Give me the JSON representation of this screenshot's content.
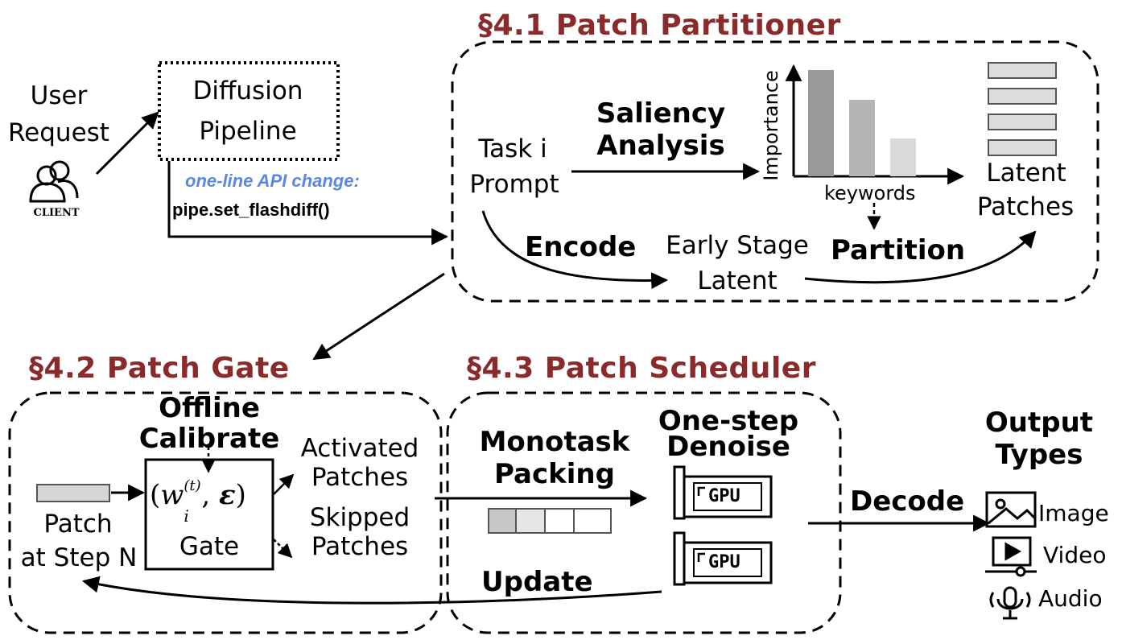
{
  "sections": {
    "partitioner": "§4.1 Patch Partitioner",
    "gate": "§4.2 Patch Gate",
    "scheduler": "§4.3 Patch Scheduler"
  },
  "client": {
    "user_request_line1": "User",
    "user_request_line2": "Request",
    "icon_label": "CLIENT"
  },
  "pipeline": {
    "line1": "Diffusion",
    "line2": "Pipeline",
    "api_note": "one-line API change:",
    "api_code": "pipe.set_flashdiff()"
  },
  "partitioner": {
    "task_line1": "Task i",
    "task_line2": "Prompt",
    "saliency_line1": "Saliency",
    "saliency_line2": "Analysis",
    "y_axis": "Importance",
    "x_axis": "keywords",
    "latent_line1": "Latent",
    "latent_line2": "Patches",
    "encode": "Encode",
    "early_line1": "Early Stage",
    "early_line2": "Latent",
    "partition": "Partition"
  },
  "gate": {
    "offline_line1": "Offline",
    "offline_line2": "Calibrate",
    "formula_w": "w",
    "formula_sub": "i",
    "formula_sup": "(t)",
    "formula_eps": "ε",
    "gate_label": "Gate",
    "activated_line1": "Activated",
    "activated_line2": "Patches",
    "skipped_line1": "Skipped",
    "skipped_line2": "Patches",
    "patch_line1": "Patch",
    "patch_line2": "at Step N"
  },
  "scheduler": {
    "monotask_line1": "Monotask",
    "monotask_line2": "Packing",
    "denoise_line1": "One-step",
    "denoise_line2": "Denoise",
    "gpu_label": "GPU",
    "update": "Update",
    "decode": "Decode"
  },
  "outputs": {
    "title_line1": "Output",
    "title_line2": "Types",
    "image": "Image",
    "video": "Video",
    "audio": "Audio"
  },
  "colors": {
    "section_title": "#8B2A2A",
    "api_note": "#5A86E6"
  }
}
